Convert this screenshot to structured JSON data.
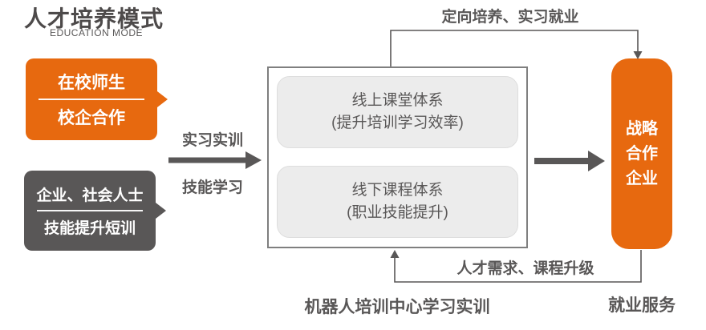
{
  "header": {
    "title": "人才培养模式",
    "subtitle": "EDUCATION MODE"
  },
  "left_bubbles": [
    {
      "line1": "在校师生",
      "line2": "校企合作"
    },
    {
      "line1": "企业、社会人士",
      "line2": "技能提升短训"
    }
  ],
  "mid_flow": {
    "top_label": "实习实训",
    "bottom_label": "技能学习"
  },
  "center_panel": {
    "online_title": "线上课堂体系",
    "online_note": "(提升培训学习效率)",
    "offline_title": "线下课程体系",
    "offline_note": "(职业技能提升)",
    "caption": "机器人培训中心学习实训"
  },
  "partner_box": {
    "lines": [
      "战略",
      "合作",
      "企业"
    ],
    "caption": "就业服务"
  },
  "loops": {
    "top": "定向培养、实习就业",
    "bottom": "人才需求、课程升级"
  },
  "colors": {
    "orange": "#E7690F",
    "dark_gray": "#595757",
    "light_gray": "#ECECEC",
    "panel_border": "#7F7F7F",
    "title_gray": "#4D4A4A"
  }
}
